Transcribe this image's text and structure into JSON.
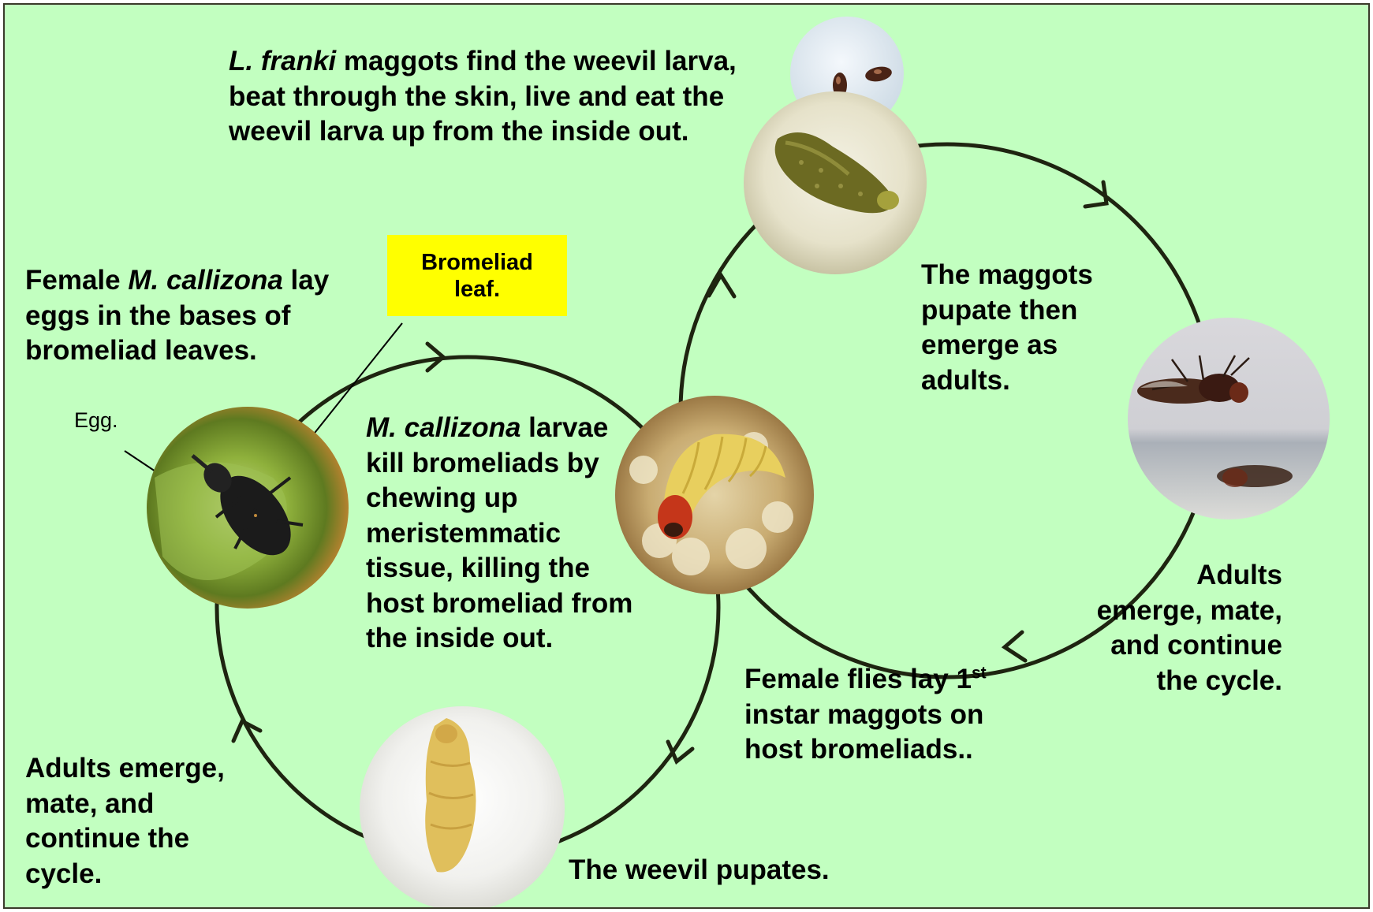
{
  "colors": {
    "background": "#c2ffc0",
    "callout_fill": "#ffff00",
    "cycle_stroke": "#1e2410"
  },
  "labels": {
    "weevil_lay_eggs": {
      "pre": "Female ",
      "species": "M. callizona",
      "post": " lay eggs in the bases of bromeliad leaves."
    },
    "bromeliad_leaf_callout": {
      "line1": "Bromeliad",
      "line2": "leaf."
    },
    "egg": "Egg.",
    "larvae_kill": {
      "species": "M. callizona",
      "post": " larvae kill bromeliads by chewing up meristemmatic tissue, killing the host bromeliad from the inside out."
    },
    "weevil_adults_emerge": "Adults emerge, mate, and continue the cycle.",
    "weevil_pupates": "The weevil pupates.",
    "maggots_find_larva": {
      "species": "L. franki",
      "post": " maggots find the weevil larva, beat through the skin, live and eat the weevil larva up from the inside out."
    },
    "maggots_pupate": "The maggots pupate then emerge as adults.",
    "fly_adults_emerge": "Adults emerge, mate, and continue the cycle.",
    "female_flies_lay": {
      "pre": "Female flies lay 1",
      "sup": "st",
      "post": " instar maggots on host bromeliads.."
    }
  },
  "photos": [
    {
      "subject": "weevil-adult-on-leaf"
    },
    {
      "subject": "weevil-larva-in-tissue"
    },
    {
      "subject": "weevil-pupa"
    },
    {
      "subject": "fly-puparium-and-eggs"
    },
    {
      "subject": "adult-flies"
    }
  ]
}
